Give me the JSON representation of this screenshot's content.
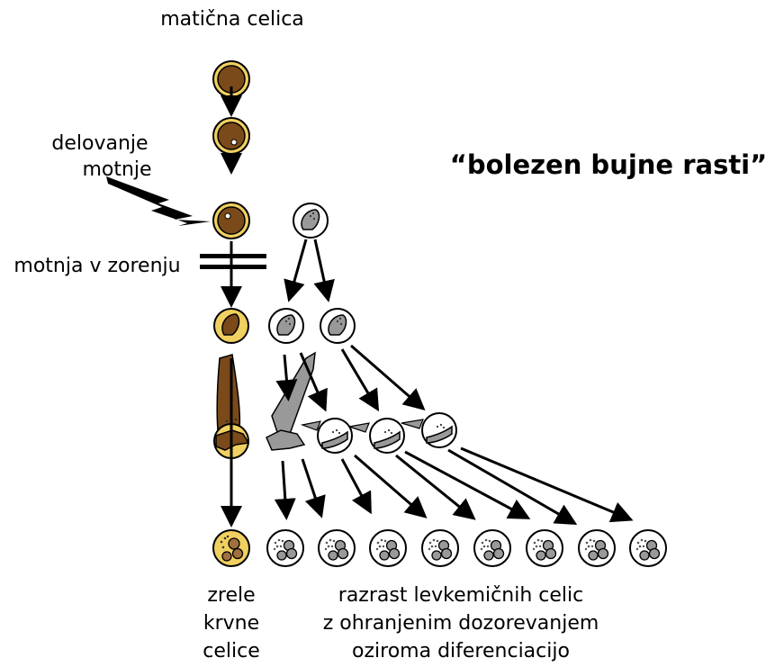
{
  "labels": {
    "stem_cell": "matična celica",
    "agent_line1": "delovanje",
    "agent_line2": "motnje",
    "block": "motnja v zorenju",
    "disease_title": "“bolezen bujne rasti”",
    "mature_line1": "zrele",
    "mature_line2": "krvne",
    "mature_line3": "celice",
    "leuk_line1": "razrast levkemičnih celic",
    "leuk_line2": "z ohranjenim dozorevanjem",
    "leuk_line3": "oziroma diferenciacijo"
  },
  "colors": {
    "normal_cell_fill": "#f0d060",
    "normal_nucleus": "#7a4a1a",
    "leukemic_cell_fill": "#ffffff",
    "leukemic_nucleus": "#999999",
    "outline": "#000000"
  }
}
